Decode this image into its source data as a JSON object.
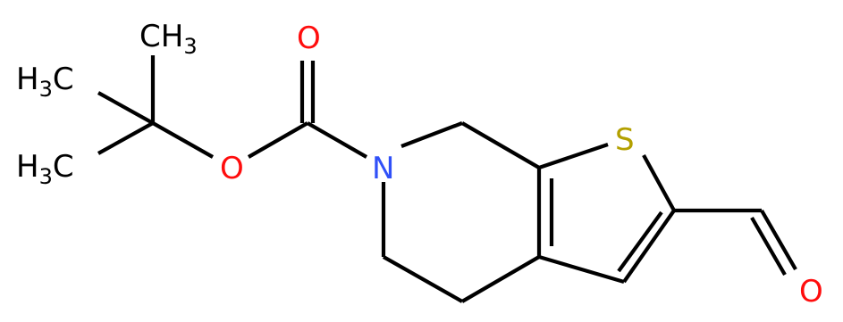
{
  "molecule": {
    "atoms": [
      {
        "id": "ch3_top",
        "symbol": "CH3",
        "color": "#000000"
      },
      {
        "id": "ch3_mid",
        "symbol": "H3C",
        "color": "#000000"
      },
      {
        "id": "ch3_low",
        "symbol": "H3C",
        "color": "#000000"
      },
      {
        "id": "o_carbonyl",
        "symbol": "O",
        "color": "#ff0d0d"
      },
      {
        "id": "o_ester",
        "symbol": "O",
        "color": "#ff0d0d"
      },
      {
        "id": "n_ring",
        "symbol": "N",
        "color": "#3050f8"
      },
      {
        "id": "s_ring",
        "symbol": "S",
        "color": "#b3a000"
      },
      {
        "id": "o_aldehyde",
        "symbol": "O",
        "color": "#ff0d0d"
      }
    ],
    "labels": {
      "ch3_top": {
        "main": "CH",
        "sub": "3"
      },
      "ch3_mid": {
        "main_a": "H",
        "sub": "3",
        "main_b": "C"
      },
      "ch3_low": {
        "main_a": "H",
        "sub": "3",
        "main_b": "C"
      },
      "o_carbonyl": "O",
      "o_ester": "O",
      "n_ring": "N",
      "s_ring": "S",
      "o_aldehyde": "O"
    }
  }
}
